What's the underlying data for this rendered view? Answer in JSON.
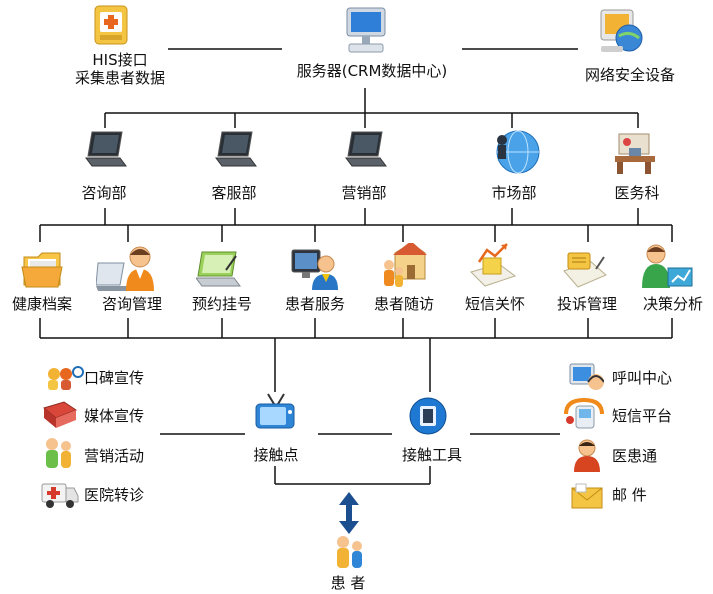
{
  "top": {
    "his_line1": "HIS接口",
    "his_line2": "采集患者数据",
    "server": "服务器(CRM数据中心)",
    "security": "网络安全设备"
  },
  "departments": [
    "咨询部",
    "客服部",
    "营销部",
    "市场部",
    "医务科"
  ],
  "functions": [
    "健康档案",
    "咨询管理",
    "预约挂号",
    "患者服务",
    "患者随访",
    "短信关怀",
    "投诉管理",
    "决策分析"
  ],
  "left_channels": [
    "口碑宣传",
    "媒体宣传",
    "营销活动",
    "医院转诊"
  ],
  "right_channels": [
    "呼叫中心",
    "短信平台",
    "医患通",
    "邮 件"
  ],
  "touch": {
    "point": "接触点",
    "tool": "接触工具"
  },
  "patient": "患 者",
  "colors": {
    "line": "#111111",
    "arrow": "#1c4f8f",
    "accent": "#1e88e5"
  }
}
